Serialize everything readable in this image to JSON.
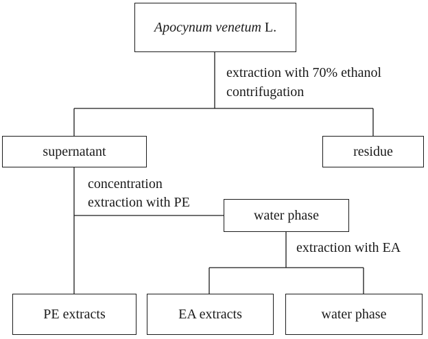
{
  "diagram": {
    "nodes": {
      "source": {
        "species": "Apocynum venetum",
        "authority": " L."
      },
      "supernatant": "supernatant",
      "residue": "residue",
      "water_phase_mid": "water phase",
      "pe_extracts": "PE extracts",
      "ea_extracts": "EA extracts",
      "water_phase_final": "water phase"
    },
    "steps": {
      "step1_line1": "extraction with 70% ethanol",
      "step1_line2": "contrifugation",
      "step2_line1": "concentration",
      "step2_line2": "extraction with PE",
      "step3": "extraction with EA"
    }
  }
}
